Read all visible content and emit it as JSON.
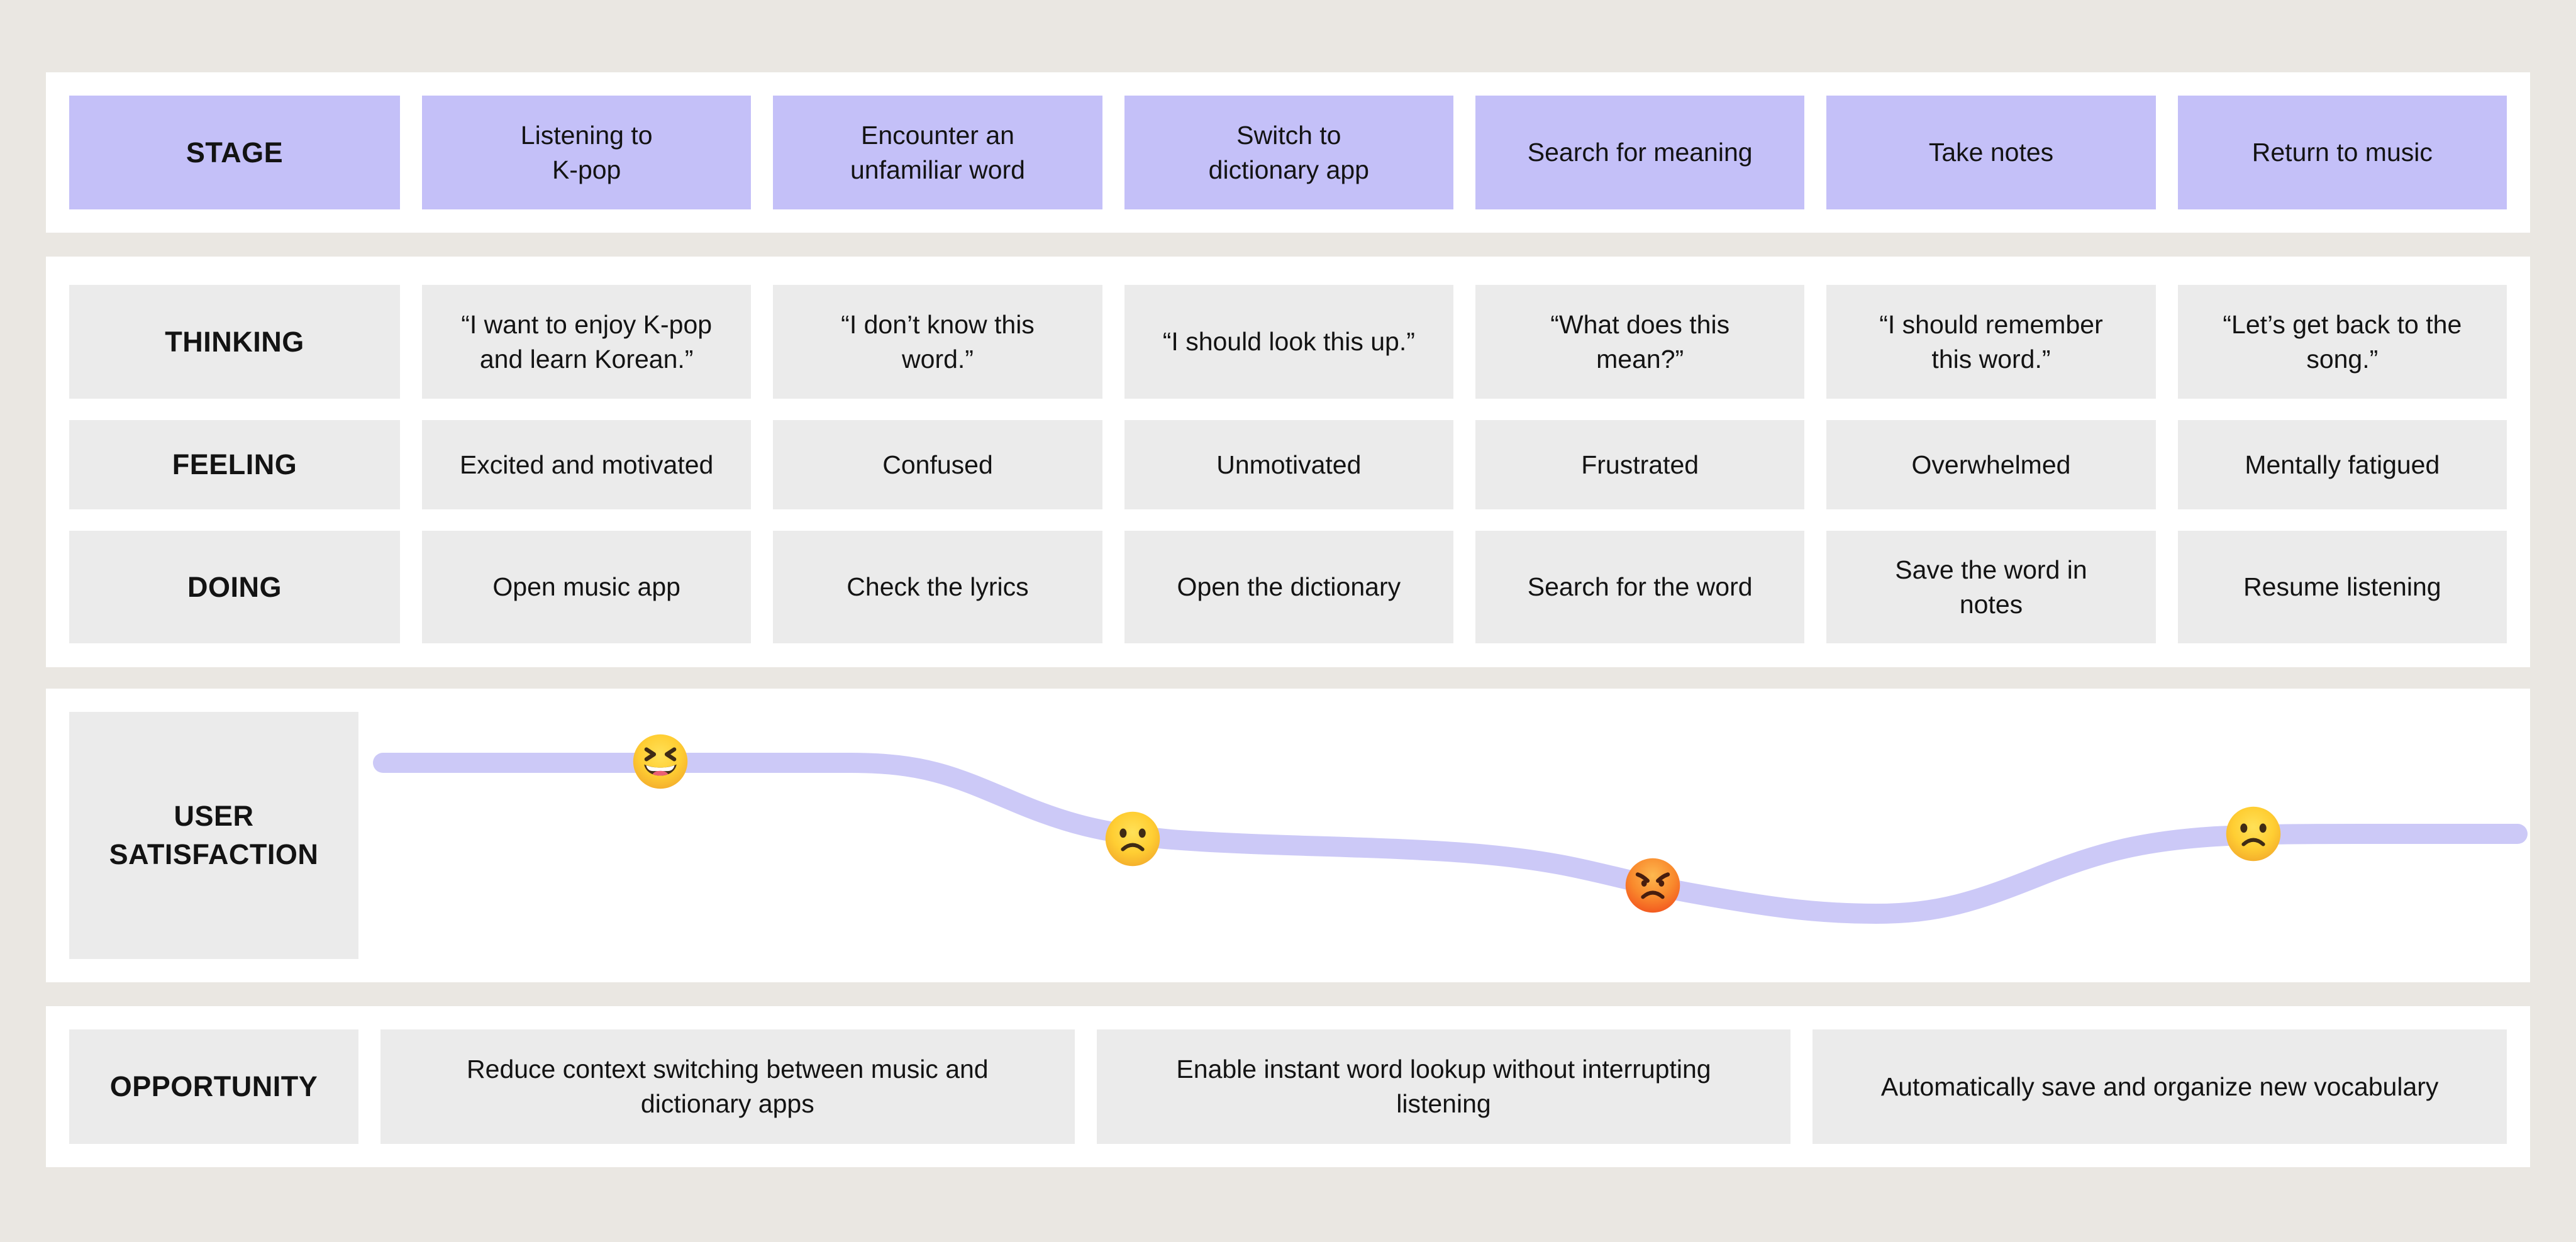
{
  "palette": {
    "background": "#EAE7E2",
    "panel": "#FFFFFF",
    "stage_fill": "#C4C0F8",
    "cell_fill": "#EBEBEB",
    "curve": "#CCC9F7",
    "text": "#131313"
  },
  "rows": {
    "stage": {
      "label": "STAGE",
      "cells": [
        "Listening to\nK-pop",
        "Encounter an\nunfamiliar word",
        "Switch to\ndictionary app",
        "Search for meaning",
        "Take notes",
        "Return to music"
      ]
    },
    "thinking": {
      "label": "THINKING",
      "cells": [
        "“I want to enjoy K-pop\nand learn Korean.”",
        "“I don’t know this\nword.”",
        "“I should look this up.”",
        "“What does this\nmean?”",
        "“I should remember\nthis word.”",
        "“Let’s get back to the\nsong.”"
      ]
    },
    "feeling": {
      "label": "FEELING",
      "cells": [
        "Excited and motivated",
        "Confused",
        "Unmotivated",
        "Frustrated",
        "Overwhelmed",
        "Mentally fatigued"
      ]
    },
    "doing": {
      "label": "DOING",
      "cells": [
        "Open music app",
        "Check the lyrics",
        "Open the dictionary",
        "Search for the word",
        "Save the word in\nnotes",
        "Resume listening"
      ]
    },
    "satisfaction": {
      "label": "USER\nSATISFACTION",
      "emotions": [
        {
          "name": "grinning-squinting-face",
          "char": "😆",
          "level": "high"
        },
        {
          "name": "slightly-frowning-face",
          "char": "🙁",
          "level": "medium-low"
        },
        {
          "name": "enraged-face",
          "char": "😡",
          "level": "low"
        },
        {
          "name": "slightly-frowning-face",
          "char": "🙁",
          "level": "medium"
        }
      ]
    },
    "opportunity": {
      "label": "OPPORTUNITY",
      "cells": [
        "Reduce context switching between music and\ndictionary apps",
        "Enable instant word lookup without interrupting\nlistening",
        "Automatically save and organize new vocabulary"
      ]
    }
  }
}
